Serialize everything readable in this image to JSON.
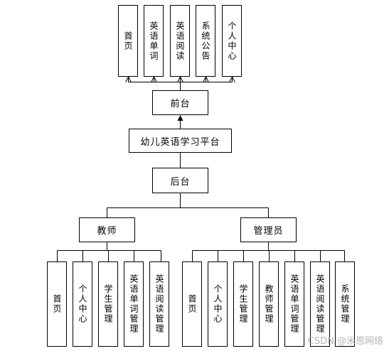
{
  "diagram": {
    "frontend": {
      "label": "前台",
      "modules": [
        "首页",
        "英语单词",
        "英语阅读",
        "系统公告",
        "个人中心"
      ]
    },
    "platform": {
      "label": "幼儿英语学习平台"
    },
    "backend": {
      "label": "后台"
    },
    "teacher": {
      "label": "教师",
      "modules": [
        "首页",
        "个人中心",
        "学生管理",
        "英语单词管理",
        "英语阅读管理"
      ]
    },
    "admin": {
      "label": "管理员",
      "modules": [
        "首页",
        "个人中心",
        "学生管理",
        "教师管理",
        "英语单词管理",
        "英语阅读管理",
        "系统管理"
      ]
    }
  },
  "watermark": "CSDN @米恩网络"
}
